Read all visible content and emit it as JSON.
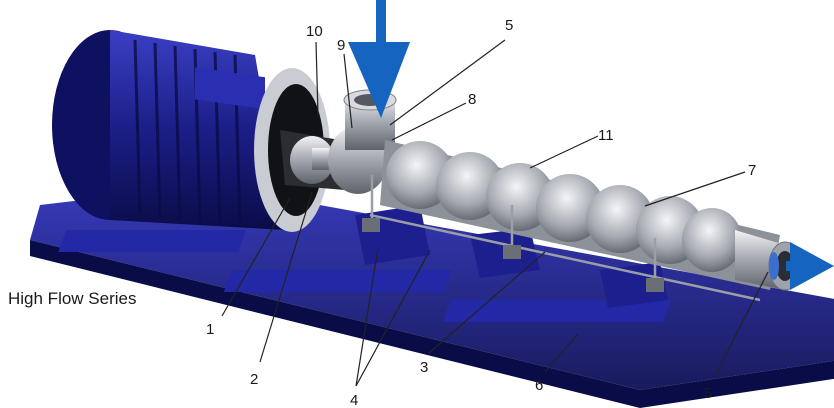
{
  "caption": "High Flow Series",
  "callouts": [
    "10",
    "9",
    "5",
    "8",
    "11",
    "7",
    "1",
    "2",
    "3",
    "4",
    "6",
    "5"
  ],
  "colors": {
    "frame": "#1d1f8f",
    "frame_dark": "#0d0f55",
    "motor": "#1b1e86",
    "stator": "#c9ccd2",
    "flow_arrow": "#1565c0",
    "leader": "#222222"
  },
  "icons": [
    "inlet-flow-arrow-icon",
    "outlet-flow-arrow-icon"
  ]
}
